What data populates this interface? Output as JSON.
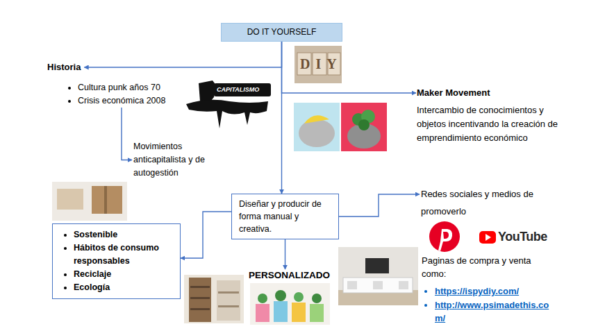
{
  "diagram": {
    "nodes": [
      {
        "text": [
          "DO IT YOURSELF"
        ]
      },
      {
        "text": [
          "Historia",
          "Cultura punk años 70",
          "Crisis económica 2008"
        ]
      },
      {
        "text": [
          "Movimientos anticapitalista y de autogestión"
        ]
      },
      {
        "text": [
          "Maker Movement",
          "Intercambio de conocimientos y objetos incentivando la creación de emprendimiento económico"
        ]
      },
      {
        "text": [
          "Diseñar y producir de forma manual y creativa."
        ]
      },
      {
        "text": [
          "Sostenible",
          "Hábitos de consumo responsables",
          "Reciclaje",
          "Ecología"
        ]
      },
      {
        "text": [
          "PERSONALIZADO"
        ]
      },
      {
        "text": [
          "Redes sociales y medios de promoverlo"
        ]
      }
    ],
    "edges": [
      {
        "from": 0,
        "to": 1,
        "arrow": "to"
      },
      {
        "from": 0,
        "to": 3,
        "arrow": "to"
      },
      {
        "from": 0,
        "to": 4,
        "arrow": "to"
      },
      {
        "from": 1,
        "to": 2,
        "arrow": "to"
      },
      {
        "from": 4,
        "to": 5,
        "arrow": "to"
      },
      {
        "from": 4,
        "to": 6,
        "arrow": "to"
      },
      {
        "from": 4,
        "to": 7,
        "arrow": "to"
      }
    ],
    "labels": [
      "DIY",
      "CAPITALISMO",
      "YouTube",
      "Paginas de compra y venta como:",
      "https://ispydiy.com/",
      "http://www.psimadethis.com/"
    ]
  }
}
